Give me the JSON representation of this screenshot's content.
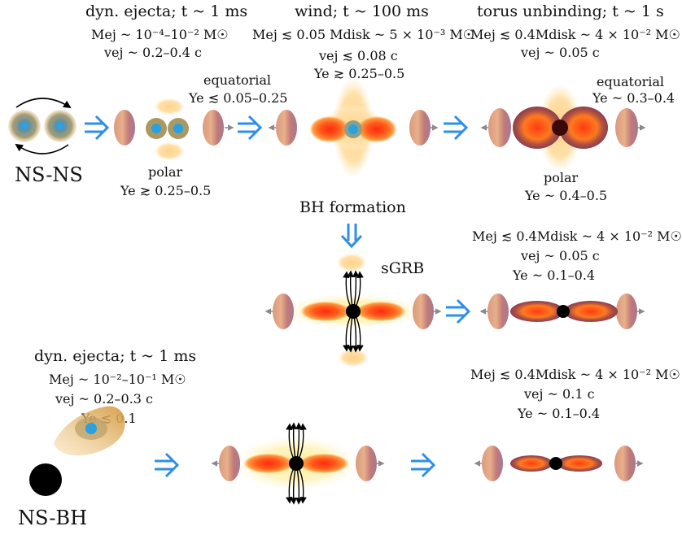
{
  "nsns": {
    "label": "NS-NS",
    "dyn": {
      "title": "dyn. ejecta; t ~ 1 ms",
      "mass": "Mej ~ 10⁻⁴–10⁻² M☉",
      "vel": "vej ~ 0.2–0.4 c"
    },
    "wind": {
      "title": "wind; t ~ 100 ms",
      "mass": "Mej ≲ 0.05 Mdisk ~ 5 × 10⁻³ M☉",
      "vel": "vej ≲ 0.08 c",
      "ye": "Ye ≳ 0.25–0.5"
    },
    "torus": {
      "title": "torus unbinding; t ~ 1 s",
      "mass": "Mej ≲ 0.4Mdisk ~ 4 × 10⁻² M☉",
      "vel": "vej ~ 0.05 c"
    },
    "equatorial1": {
      "label": "equatorial",
      "ye": "Ye ≲ 0.05–0.25"
    },
    "polar1": {
      "label": "polar",
      "ye": "Ye ≳ 0.25–0.5"
    },
    "equatorial2": {
      "label": "equatorial",
      "ye": "Ye ~ 0.3–0.4"
    },
    "polar2": {
      "label": "polar",
      "ye": "Ye ~ 0.4–0.5"
    }
  },
  "bh": {
    "formation": "BH formation",
    "sgrb": "sGRB",
    "mass": "Mej ≲ 0.4Mdisk ~ 4 × 10⁻² M☉",
    "vel": "vej ~ 0.05 c",
    "ye": "Ye ~ 0.1–0.4"
  },
  "nsbh": {
    "label": "NS-BH",
    "dyn": {
      "title": "dyn. ejecta; t ~ 1 ms",
      "mass": "Mej ~ 10⁻²–10⁻¹ M☉",
      "vel": "vej ~ 0.2–0.3 c",
      "ye": "Ye ≲ 0.1"
    },
    "mass": "Mej ≲ 0.4Mdisk ~ 4 × 10⁻² M☉",
    "vel": "vej ~ 0.1 c",
    "ye": "Ye ~ 0.1–0.4"
  },
  "colors": {
    "arrow": "#2f8fe6",
    "core": "#2aa0e0",
    "disk": "#ff5a1a",
    "cloud": "#ffd79a",
    "bh": "#000000"
  }
}
